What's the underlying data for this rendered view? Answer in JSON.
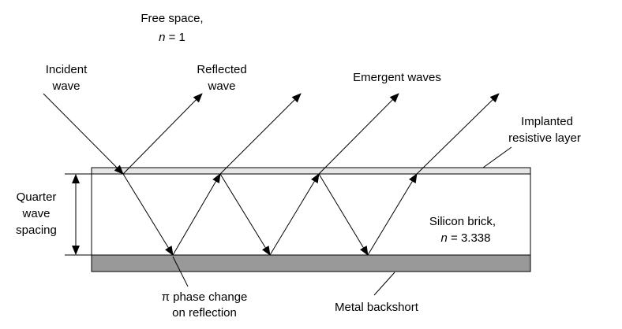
{
  "labels": {
    "free_space_line1": "Free space,",
    "free_space_n": "n",
    "free_space_val": " = 1",
    "incident_line1": "Incident",
    "incident_line2": "wave",
    "reflected_line1": "Reflected",
    "reflected_line2": "wave",
    "emergent": "Emergent waves",
    "implanted_line1": "Implanted",
    "implanted_line2": "resistive layer",
    "quarter_line1": "Quarter",
    "quarter_line2": "wave",
    "quarter_line3": "spacing",
    "silicon_line1": "Silicon brick,",
    "silicon_n": "n",
    "silicon_val": " = 3.338",
    "phase_line1": "π phase change",
    "phase_line2": "on reflection",
    "backshort": "Metal backshort"
  },
  "colors": {
    "resistive_layer": "#e6e6e6",
    "backshort": "#999999",
    "stroke": "#000000"
  }
}
